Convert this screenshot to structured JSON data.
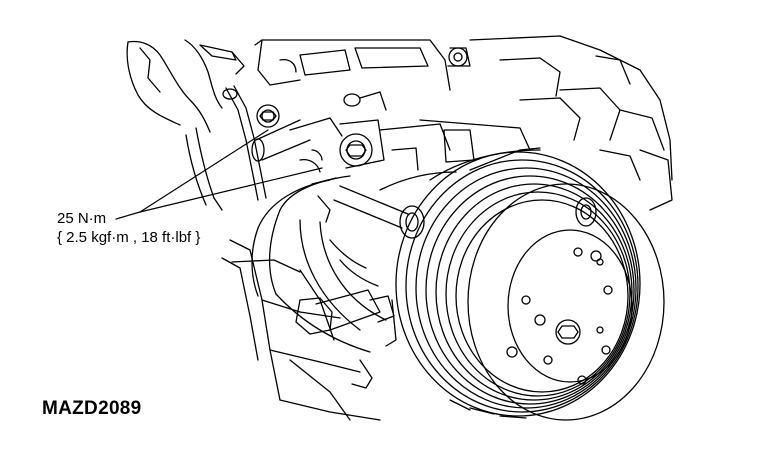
{
  "annotation": {
    "torque_si": "25 N·m",
    "torque_other": "{ 2.5 kgf·m , 18 ft·lbf }"
  },
  "figure": {
    "code": "MAZD2089"
  },
  "colors": {
    "ink": "#000000",
    "paper": "#ffffff"
  }
}
